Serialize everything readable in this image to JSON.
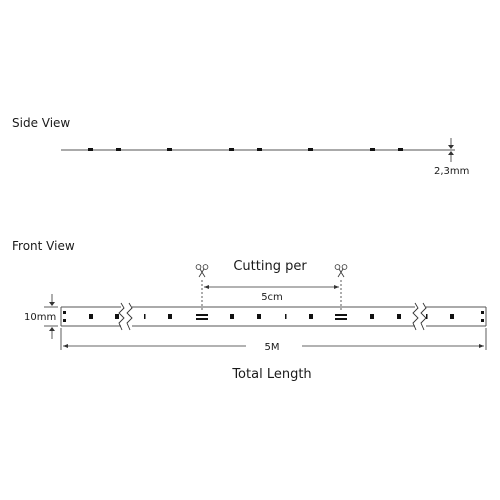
{
  "side_view": {
    "title": "Side View",
    "thickness": "2,3mm"
  },
  "front_view": {
    "title": "Front View",
    "cutting_label": "Cutting per",
    "cut_interval": "5cm",
    "width": "10mm",
    "length": "5M",
    "length_label": "Total Length"
  },
  "icons": {
    "cut_marker": "scissors-icon"
  }
}
